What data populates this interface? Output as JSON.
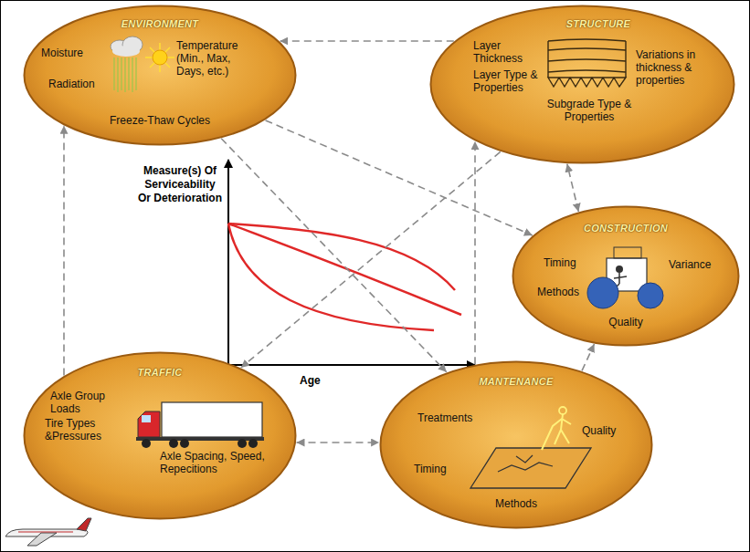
{
  "diagram": {
    "nodes": [
      {
        "text": [
          "ENVIRONMENT",
          "Moisture",
          "Temperature (Min., Max, Days, etc.)",
          "Radiation",
          "Freeze-Thaw Cycles"
        ]
      },
      {
        "text": [
          "STRUCTURE",
          "Layer Thickness",
          "Layer Type & Properties",
          "Variations in thickness & properties",
          "Subgrade Type & Properties"
        ]
      },
      {
        "text": [
          "CONSTRUCTION",
          "Timing",
          "Variance",
          "Methods",
          "Quality"
        ]
      },
      {
        "text": [
          "TRAFFIC",
          "Axle Group Loads",
          "Tire Types &Pressures",
          "Axle Spacing, Speed, Repecitions"
        ]
      },
      {
        "text": [
          "MANTENANCE",
          "Treatments",
          "Quality",
          "Timing",
          "Methods"
        ]
      }
    ],
    "edges": [
      {
        "from": 1,
        "to": 0,
        "arrow": "to"
      },
      {
        "from": 3,
        "to": 0,
        "arrow": "to"
      },
      {
        "from": 3,
        "to": 4,
        "arrow": "both"
      },
      {
        "from": 4,
        "to": 2,
        "arrow": "to"
      },
      {
        "from": 2,
        "to": 1,
        "arrow": "both"
      },
      {
        "from": 0,
        "to": 4,
        "arrow": "to"
      },
      {
        "from": 0,
        "to": 2,
        "arrow": "to"
      },
      {
        "from": 1,
        "to": 3,
        "arrow": "to"
      },
      {
        "from": 4,
        "to": 1,
        "arrow": "to"
      }
    ],
    "labels": [
      "Measure(s) Of Serviceability Or Deterioration",
      "Age"
    ]
  }
}
